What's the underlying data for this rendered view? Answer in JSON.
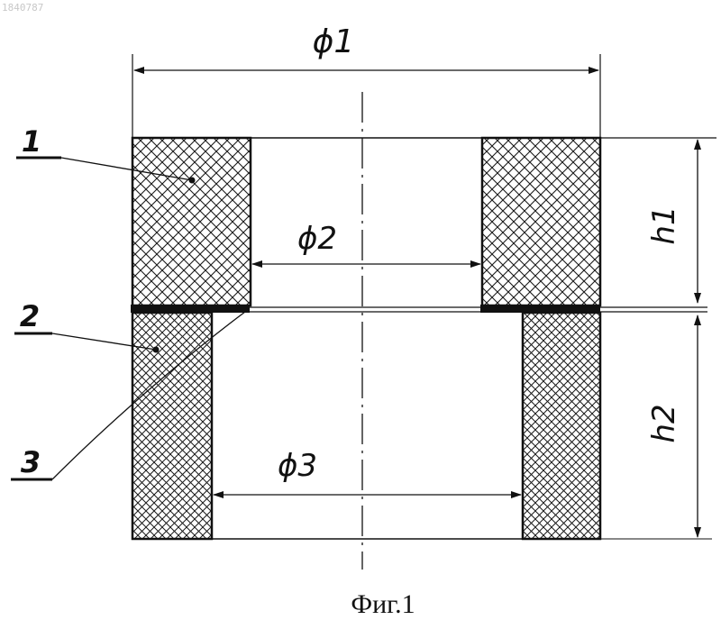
{
  "stamp_text": "1840787",
  "dimensions": {
    "outer_diameter": "ϕ1",
    "upper_bore_diameter": "ϕ2",
    "lower_bore_diameter": "ϕ3",
    "upper_height": "h1",
    "lower_height": "h2"
  },
  "callouts": {
    "part_1": "1",
    "part_2": "2",
    "part_3": "3"
  },
  "caption": "Фиг.1",
  "colors": {
    "ink": "#111111",
    "hatch": "#1a1a1a",
    "background": "#ffffff"
  }
}
